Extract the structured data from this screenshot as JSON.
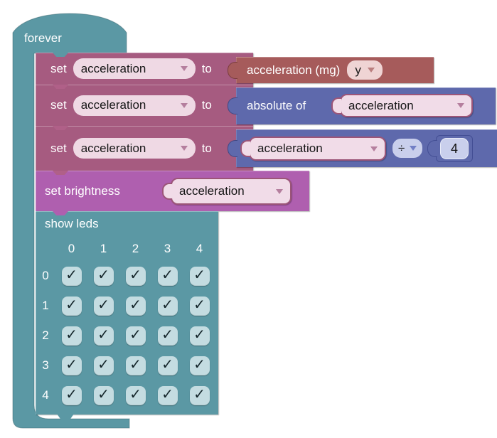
{
  "colors": {
    "loops": "#5B98A4",
    "varset": "#A65B80",
    "input": "#A65B5B",
    "math": "#5E69AC",
    "led": "#AF5FAF",
    "field_rose": "#EFD9E4",
    "field_red": "#EFD4D4",
    "field_blue": "#C9CFEC",
    "checkbox": "#C4DCE1"
  },
  "forever": {
    "label": "forever"
  },
  "set1": {
    "set": "set",
    "variable": "acceleration",
    "to": "to",
    "value": {
      "label": "acceleration (mg)",
      "axis": "y"
    }
  },
  "set2": {
    "set": "set",
    "variable": "acceleration",
    "to": "to",
    "value": {
      "label": "absolute of",
      "variable": "acceleration"
    }
  },
  "set3": {
    "set": "set",
    "variable": "acceleration",
    "to": "to",
    "value": {
      "variable": "acceleration",
      "operator": "÷",
      "number": "4"
    }
  },
  "set_brightness": {
    "label": "set brightness",
    "variable": "acceleration"
  },
  "show_leds": {
    "label": "show leds",
    "column_headers": [
      "0",
      "1",
      "2",
      "3",
      "4"
    ],
    "row_headers": [
      "0",
      "1",
      "2",
      "3",
      "4"
    ],
    "check_glyph": "✓",
    "grid": [
      [
        true,
        true,
        true,
        true,
        true
      ],
      [
        true,
        true,
        true,
        true,
        true
      ],
      [
        true,
        true,
        true,
        true,
        true
      ],
      [
        true,
        true,
        true,
        true,
        true
      ],
      [
        true,
        true,
        true,
        true,
        true
      ]
    ]
  }
}
